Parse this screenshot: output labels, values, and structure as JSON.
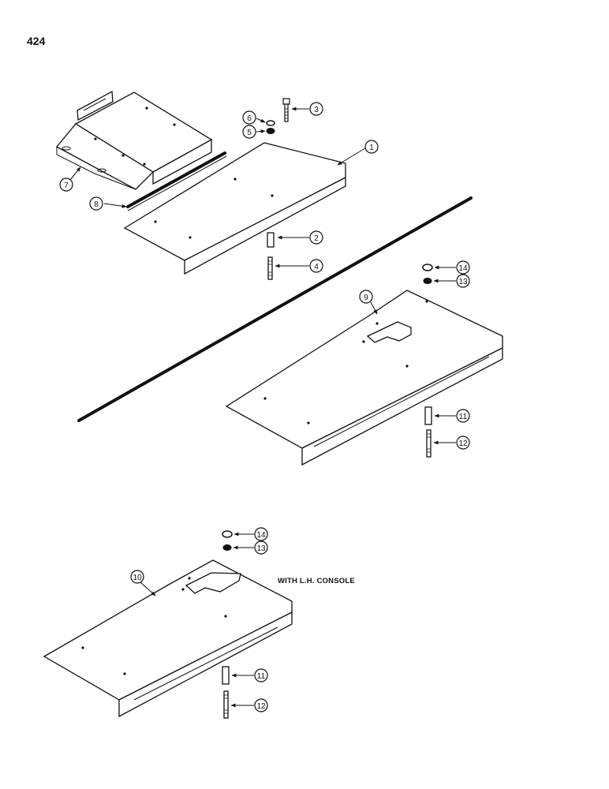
{
  "page": {
    "number": "424"
  },
  "note": "WITH L.H. CONSOLE",
  "callouts": [
    {
      "id": "c1",
      "label": "1"
    },
    {
      "id": "c2",
      "label": "2"
    },
    {
      "id": "c3",
      "label": "3"
    },
    {
      "id": "c4",
      "label": "4"
    },
    {
      "id": "c5",
      "label": "5"
    },
    {
      "id": "c6",
      "label": "6"
    },
    {
      "id": "c7",
      "label": "7"
    },
    {
      "id": "c8",
      "label": "8"
    },
    {
      "id": "c9",
      "label": "9"
    },
    {
      "id": "c11a",
      "label": "11"
    },
    {
      "id": "c12a",
      "label": "12"
    },
    {
      "id": "c13a",
      "label": "13"
    },
    {
      "id": "c14a",
      "label": "14"
    },
    {
      "id": "c10",
      "label": "10"
    },
    {
      "id": "c11b",
      "label": "11"
    },
    {
      "id": "c12b",
      "label": "12"
    },
    {
      "id": "c13b",
      "label": "13"
    },
    {
      "id": "c14b",
      "label": "14"
    }
  ]
}
